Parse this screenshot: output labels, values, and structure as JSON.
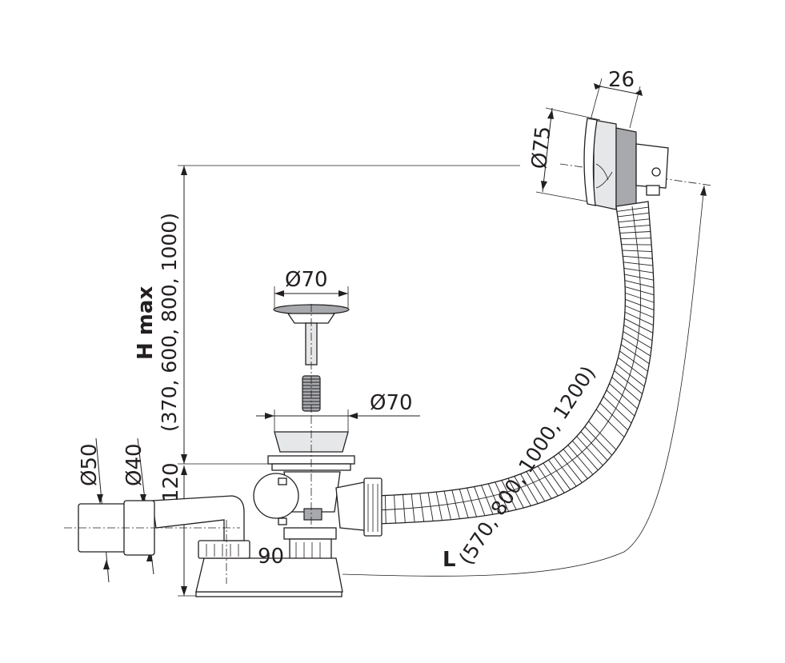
{
  "dimensions": {
    "overflow_width": "26",
    "overflow_diameter": "Ø75",
    "plug_diameter": "Ø70",
    "waste_diameter": "Ø70",
    "outlet_diameter_50": "Ø50",
    "outlet_diameter_40": "Ø40",
    "trap_height": "120",
    "trap_offset": "90",
    "h_label": "H max",
    "h_values": "(370, 600, 800, 1000)",
    "l_label": "L",
    "l_values": "(570, 800, 1000, 1200)"
  },
  "colors": {
    "line": "#231f20",
    "chrome": "#a7a9ac",
    "fill": "#e6e7e8"
  }
}
